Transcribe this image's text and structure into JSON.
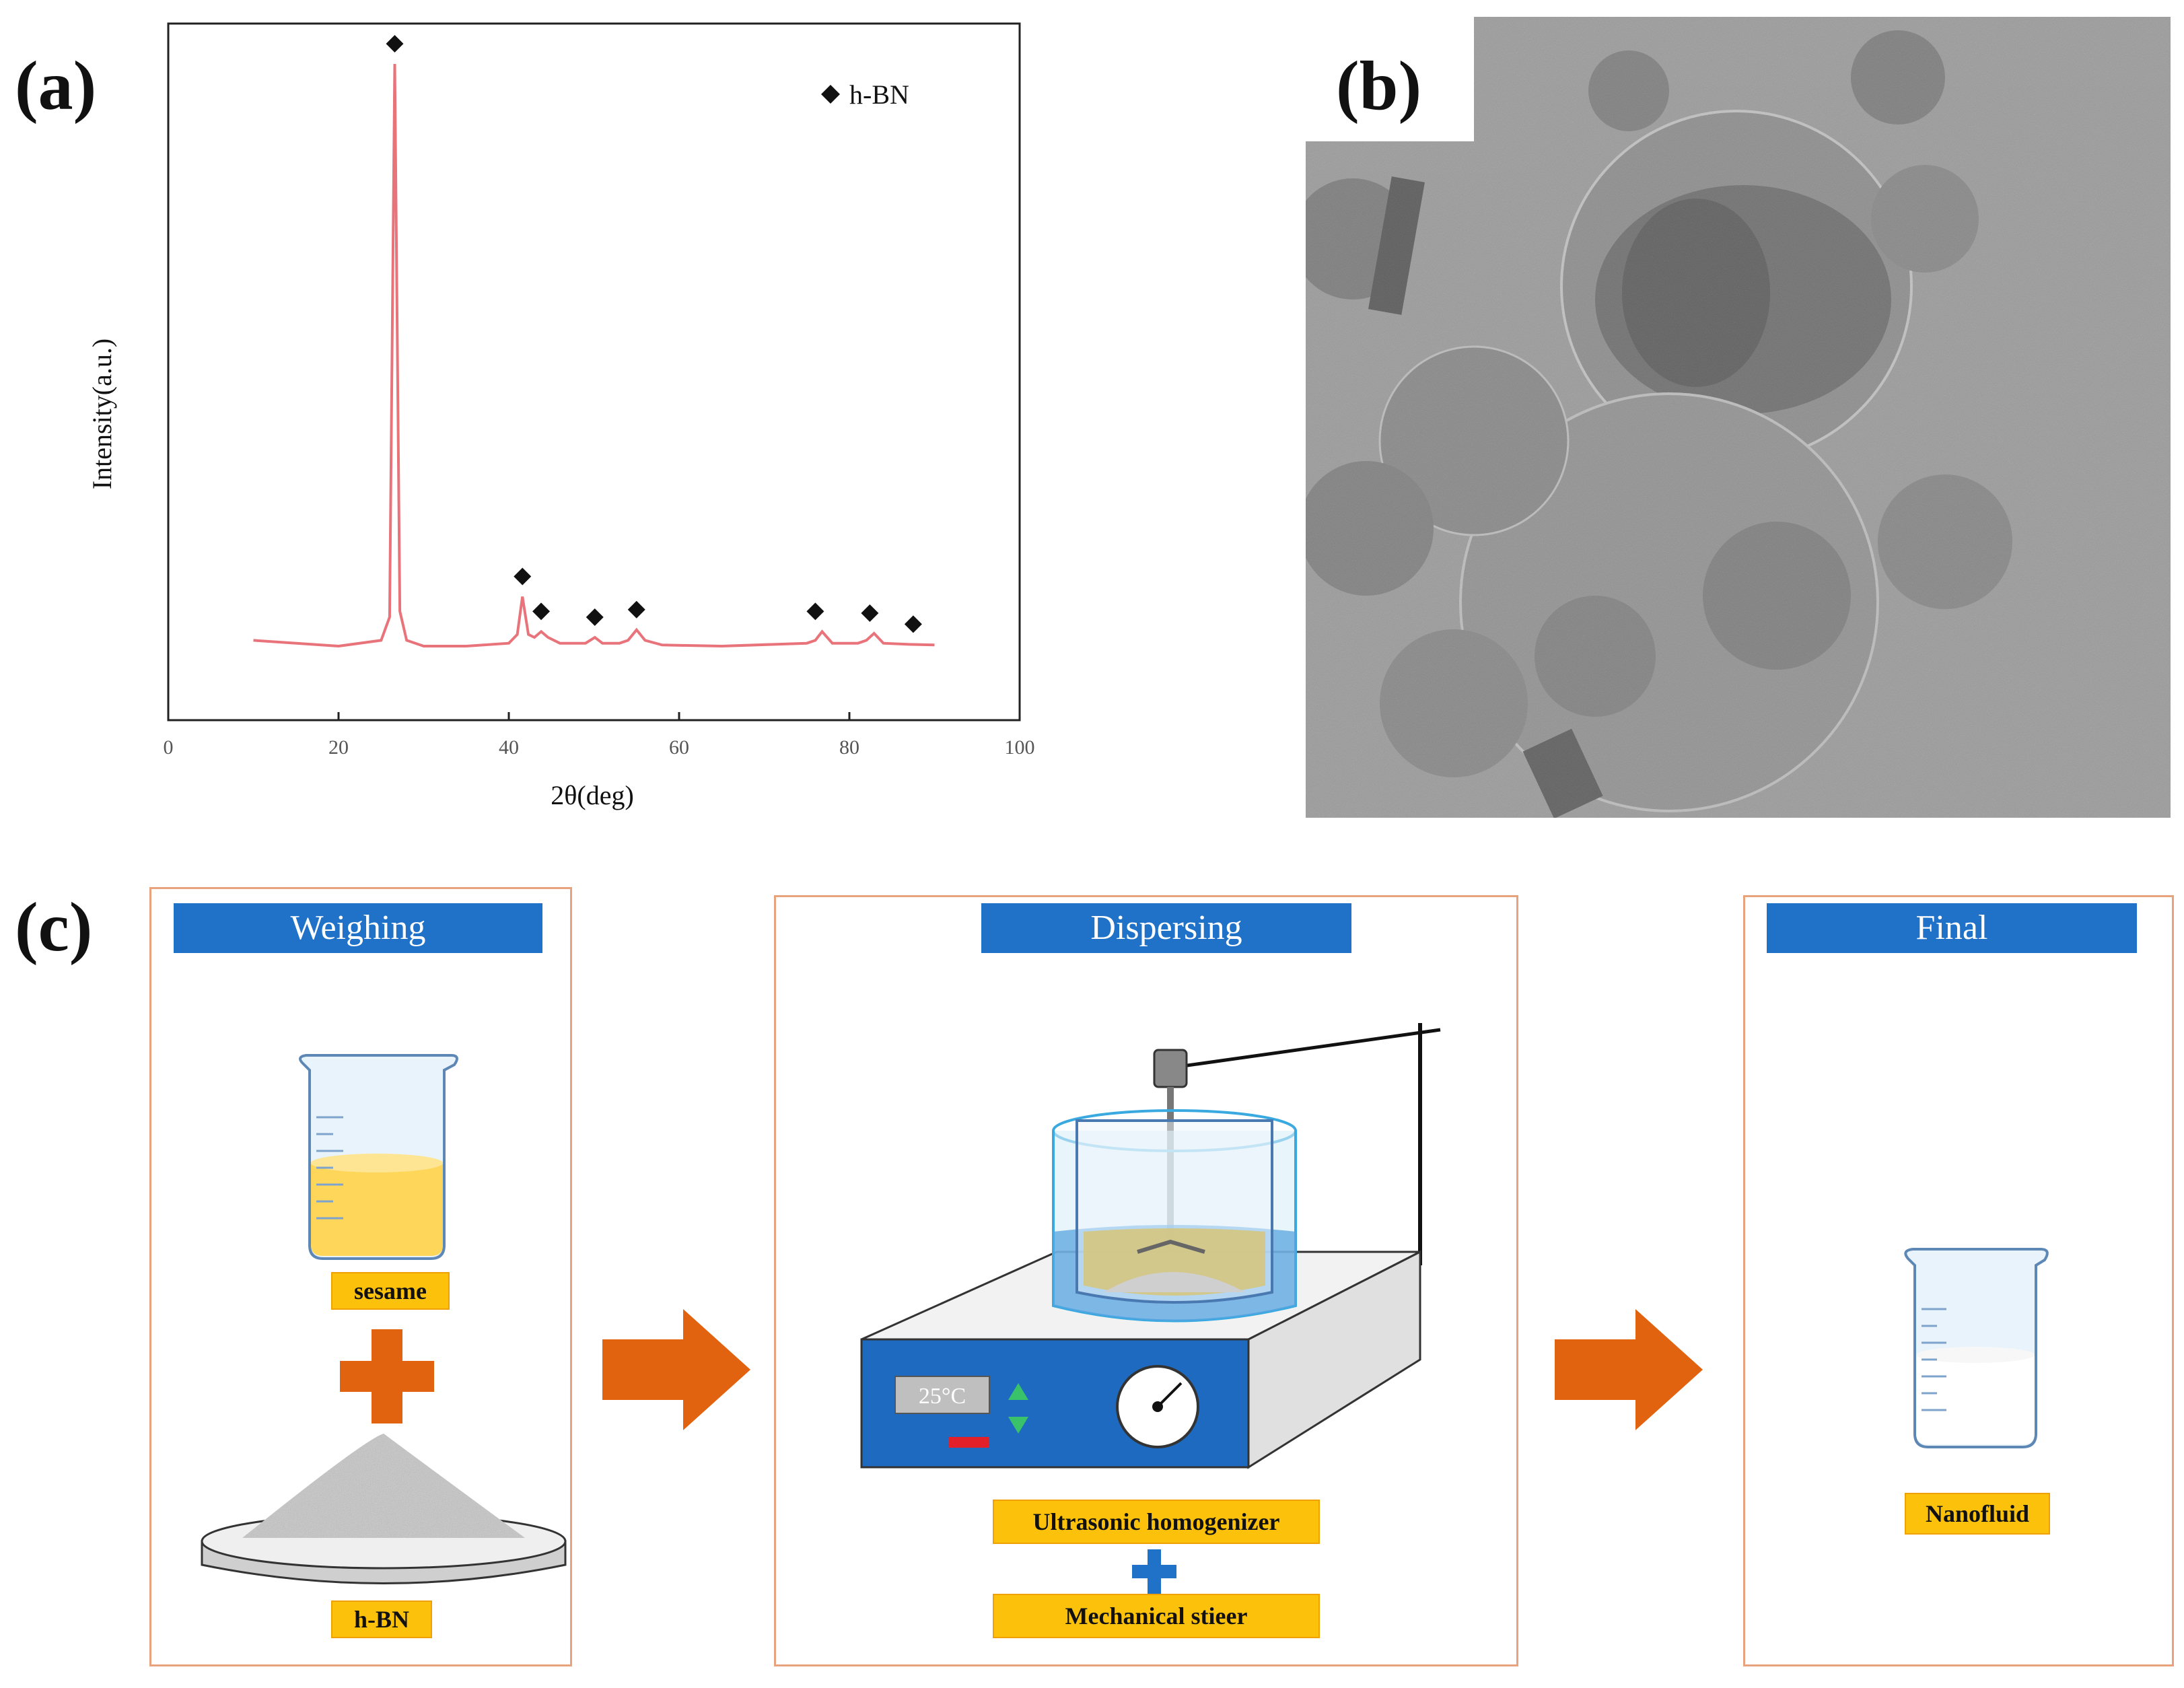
{
  "panels": {
    "a_label": "(a)",
    "b_label": "(b)",
    "c_label": "(c)"
  },
  "chart_data": {
    "type": "line",
    "title": "",
    "xlabel": "2θ(deg)",
    "ylabel": "Intensity(a.u.)",
    "xlim": [
      0,
      100
    ],
    "xticks": [
      "0",
      "20",
      "40",
      "60",
      "80",
      "100"
    ],
    "legend": {
      "marker": "diamond",
      "label": "h-BN",
      "placement": "top-right"
    },
    "series": [
      {
        "name": "h-BN",
        "color": "#e8737a",
        "x": [
          10,
          20,
          25,
          26,
          26.6,
          27.2,
          28,
          30,
          35,
          40,
          41,
          41.6,
          42.3,
          43,
          43.8,
          44.6,
          46,
          49,
          50.1,
          51,
          53,
          54,
          55,
          56,
          58,
          65,
          75,
          76,
          76.8,
          78,
          81,
          82,
          82.9,
          84,
          87,
          90
        ],
        "y": [
          0.01,
          0.0,
          0.01,
          0.05,
          1.0,
          0.06,
          0.01,
          0.0,
          0.0,
          0.005,
          0.02,
          0.085,
          0.02,
          0.015,
          0.025,
          0.015,
          0.005,
          0.005,
          0.015,
          0.005,
          0.005,
          0.01,
          0.028,
          0.01,
          0.002,
          0.0,
          0.005,
          0.01,
          0.025,
          0.005,
          0.005,
          0.01,
          0.022,
          0.005,
          0.003,
          0.002
        ]
      }
    ],
    "markers": [
      {
        "x": 26.6,
        "y": 1.0
      },
      {
        "x": 41.6,
        "y": 0.085
      },
      {
        "x": 43.8,
        "y": 0.025
      },
      {
        "x": 50.1,
        "y": 0.015
      },
      {
        "x": 55,
        "y": 0.028
      },
      {
        "x": 76,
        "y": 0.025
      },
      {
        "x": 82.4,
        "y": 0.022
      },
      {
        "x": 87.5,
        "y": 0.003
      }
    ]
  },
  "process": {
    "weighing": {
      "title": "Weighing",
      "sesame_label": "sesame",
      "hbn_label": "h-BN"
    },
    "dispersing": {
      "title": "Dispersing",
      "temperature": "25°C",
      "device1": "Ultrasonic homogenizer",
      "device2": "Mechanical stieer"
    },
    "final": {
      "title": "Final",
      "product_label": "Nanofluid"
    },
    "colors": {
      "title_bar": "#1f72c8",
      "box_border": "#e8a37c",
      "tag_fill": "#fcc10a",
      "arrow": "#e2630f",
      "plus_orange": "#e2630f",
      "plus_blue": "#1f72c8",
      "oil": "#fdd65a",
      "stirrer_body": "#1e6ac0"
    }
  }
}
